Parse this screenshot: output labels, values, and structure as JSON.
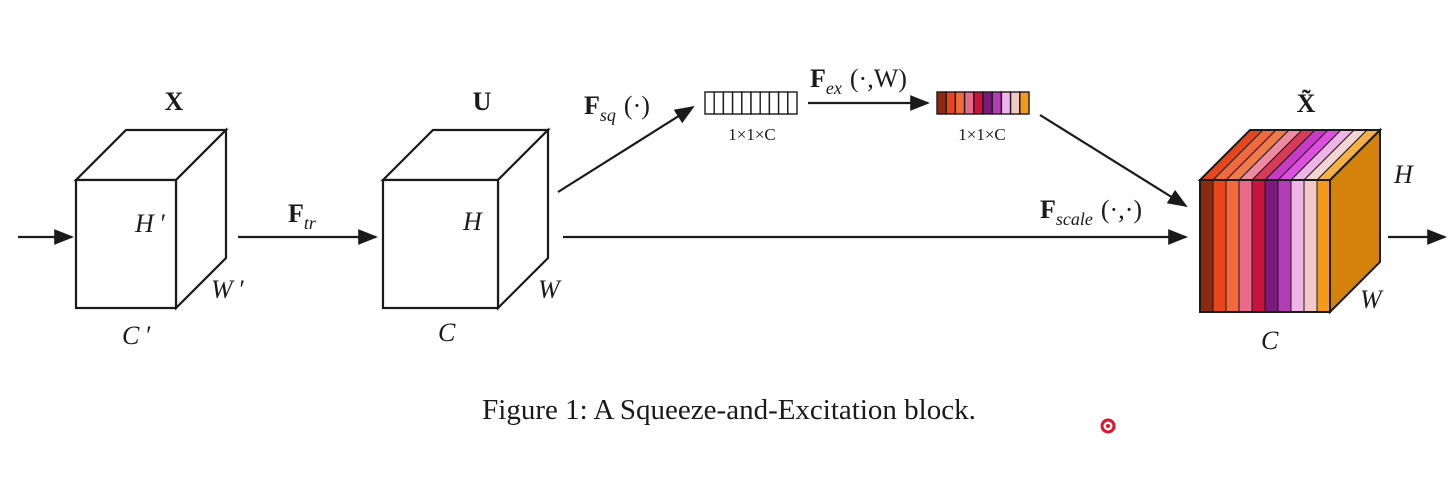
{
  "figure": {
    "caption": "Figure 1: A Squeeze-and-Excitation block.",
    "blocks": {
      "x": {
        "label": "X",
        "height_label": "H ′",
        "width_label": "W ′",
        "channel_label": "C ′"
      },
      "u": {
        "label": "U",
        "height_label": "H",
        "width_label": "W",
        "channel_label": "C"
      },
      "x_tilde": {
        "label": "X̃",
        "height_label": "H",
        "width_label": "W",
        "channel_label": "C"
      }
    },
    "ops": {
      "tr": {
        "main": "F",
        "sub": "tr"
      },
      "sq": {
        "main": "F",
        "sub": "sq",
        "args": "(·)"
      },
      "ex": {
        "main": "F",
        "sub": "ex",
        "args": "(·,W)"
      },
      "scale": {
        "main": "F",
        "sub": "scale",
        "args": "(·,·)"
      }
    },
    "vectors": {
      "squeeze_label": "1×1×C",
      "excite_label": "1×1×C",
      "excite_colors": [
        "#8b2a0e",
        "#e8461a",
        "#f26a3c",
        "#e86a8a",
        "#c8143c",
        "#7a1a7a",
        "#b43cb4",
        "#f0b4e6",
        "#f2c8c8",
        "#f39a1c"
      ]
    },
    "output_block": {
      "front_colors": [
        "#8b2a0e",
        "#e8461a",
        "#f26a3c",
        "#e86a8a",
        "#c8143c",
        "#7a1a7a",
        "#b43cb4",
        "#f0b4e6",
        "#f2c8c8",
        "#f39a1c"
      ],
      "top_colors": [
        "#e8461a",
        "#f26a3c",
        "#f07a4a",
        "#f08aa0",
        "#d83a5a",
        "#c83ac8",
        "#e050e0",
        "#f0b4e6",
        "#f5d4d4",
        "#f6b044"
      ],
      "side_color": "#d4820a"
    },
    "marker_color": "#e0142a"
  }
}
